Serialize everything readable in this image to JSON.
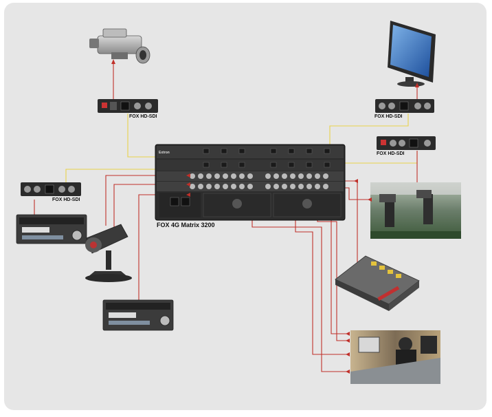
{
  "labels": {
    "fox_converter": "FOX HD-SDI",
    "matrix_name": "FOX 4G Matrix 3200",
    "matrix_brand": "Extron"
  },
  "colors": {
    "background": "#e6e6e6",
    "fiber_cable": "#e8d24a",
    "sdi_cable": "#c0302a",
    "device_dark": "#2b2b2b"
  },
  "devices": [
    {
      "id": "camcorder",
      "icon": "video-camera-icon"
    },
    {
      "id": "monitor",
      "icon": "display-monitor-icon"
    },
    {
      "id": "studio-camera",
      "icon": "studio-camera-icon"
    },
    {
      "id": "vtr-left",
      "icon": "video-tape-recorder-icon"
    },
    {
      "id": "vtr-bottom",
      "icon": "video-tape-recorder-icon"
    },
    {
      "id": "sports-broadcast",
      "icon": "broadcast-photo-icon"
    },
    {
      "id": "audio-mixer",
      "icon": "mixing-console-icon"
    },
    {
      "id": "editing-suite",
      "icon": "control-room-photo-icon"
    }
  ]
}
